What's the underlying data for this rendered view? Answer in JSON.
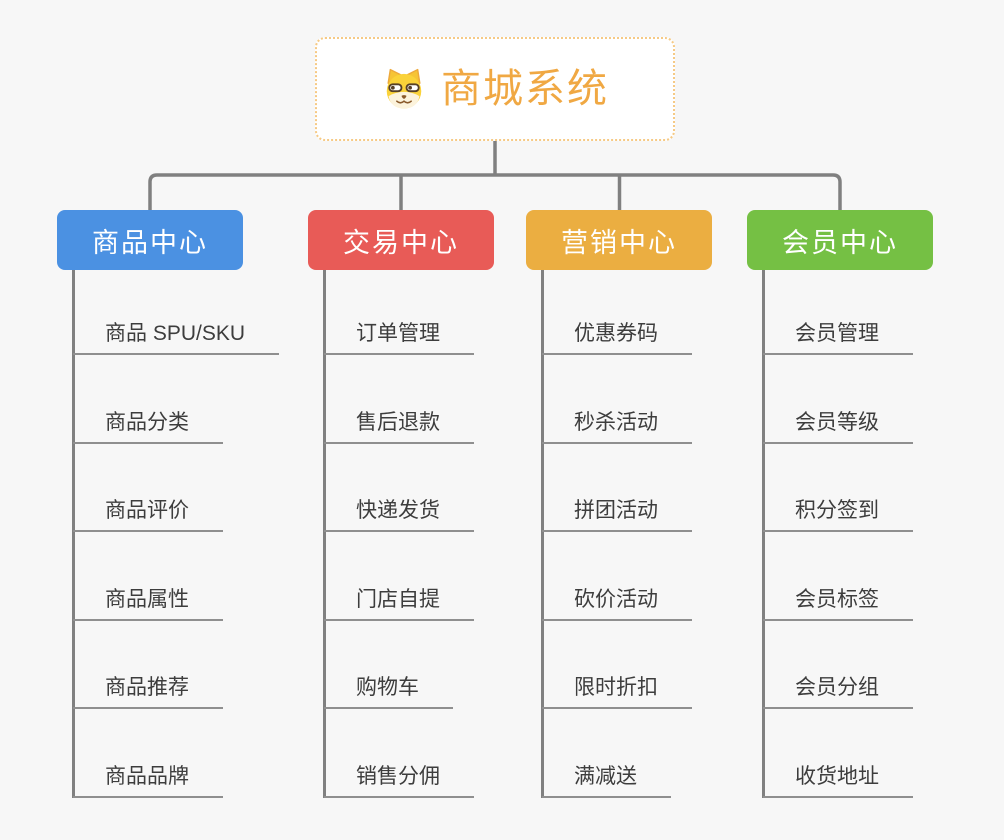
{
  "root": {
    "title": "商城系统",
    "icon": "shiba-dog-icon",
    "text_color": "#f0a843",
    "border_color": "#f6ca85",
    "background": "#ffffff"
  },
  "connector_color": "#808080",
  "underline_color": "#8f8f8f",
  "child_text_color": "#3d3d3d",
  "background_color": "#f7f7f7",
  "branches": [
    {
      "label": "商品中心",
      "color": "#4b91e2",
      "children": [
        "商品 SPU/SKU",
        "商品分类",
        "商品评价",
        "商品属性",
        "商品推荐",
        "商品品牌"
      ]
    },
    {
      "label": "交易中心",
      "color": "#e85b57",
      "children": [
        "订单管理",
        "售后退款",
        "快递发货",
        "门店自提",
        "购物车",
        "销售分佣"
      ]
    },
    {
      "label": "营销中心",
      "color": "#ebae41",
      "children": [
        "优惠券码",
        "秒杀活动",
        "拼团活动",
        "砍价活动",
        "限时折扣",
        "满减送"
      ]
    },
    {
      "label": "会员中心",
      "color": "#75c044",
      "children": [
        "会员管理",
        "会员等级",
        "积分签到",
        "会员标签",
        "会员分组",
        "收货地址"
      ]
    }
  ]
}
